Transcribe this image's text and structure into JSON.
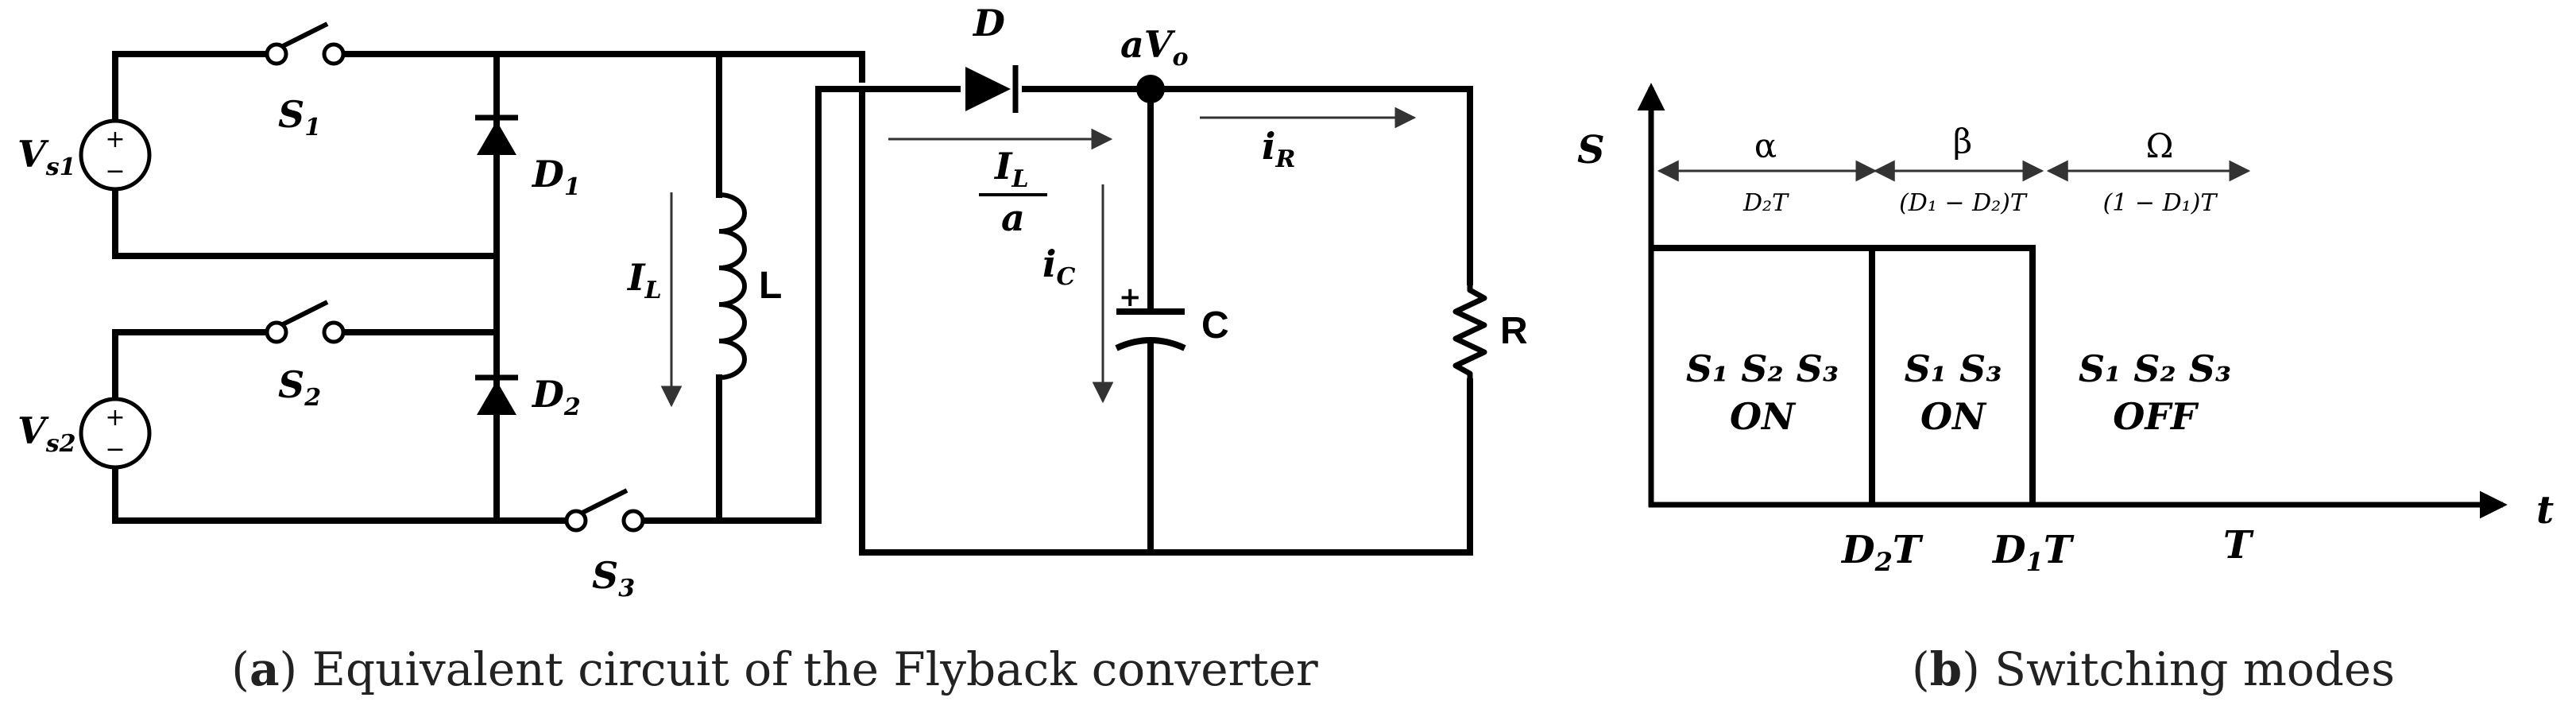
{
  "circuit": {
    "caption_letter": "a",
    "caption_text": "Equivalent circuit of the Flyback converter",
    "source1": {
      "main": "V",
      "sub": "s1"
    },
    "source2": {
      "main": "V",
      "sub": "s2"
    },
    "switch1": {
      "main": "S",
      "sub": "1"
    },
    "switch2": {
      "main": "S",
      "sub": "2"
    },
    "switch3": {
      "main": "S",
      "sub": "3"
    },
    "diode1": {
      "main": "D",
      "sub": "1"
    },
    "diode2": {
      "main": "D",
      "sub": "2"
    },
    "diode_main": "D",
    "inductor": "L",
    "inductor_current": {
      "main": "I",
      "sub": "L"
    },
    "output_node": {
      "prefix": "aV",
      "sub": "o"
    },
    "frac_num": {
      "main": "I",
      "sub": "L"
    },
    "frac_den": "a",
    "cap_current": {
      "main": "i",
      "sub": "C"
    },
    "load_current": {
      "main": "i",
      "sub": "R"
    },
    "capacitor": "C",
    "resistor": "R",
    "plus": "+",
    "minus": "−"
  },
  "modes": {
    "caption_letter": "b",
    "caption_text": "Switching modes",
    "y_axis": "S",
    "x_axis": "t",
    "alpha": "α",
    "beta": "β",
    "omega": "Ω",
    "alpha_dur": "D₂T",
    "beta_dur": "(D₁ − D₂)T",
    "omega_dur": "(1 − D₁)T",
    "mode1": {
      "line1": "S₁ S₂ S₃",
      "line2": "ON"
    },
    "mode2": {
      "line1": "S₁ S₃",
      "line2": "ON"
    },
    "mode3": {
      "line1": "S₁ S₂ S₃",
      "line2": "OFF"
    },
    "tick1": {
      "main": "D",
      "sub": "2",
      "tail": "T"
    },
    "tick2": {
      "main": "D",
      "sub": "1",
      "tail": "T"
    },
    "tick3": "T"
  }
}
